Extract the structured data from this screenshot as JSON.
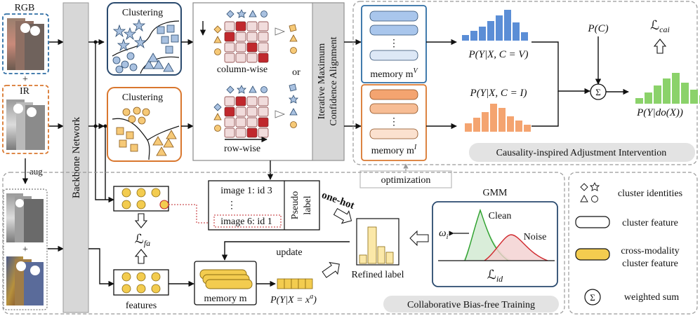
{
  "inputs": {
    "rgb_label": "RGB",
    "plus1": "+",
    "ir_label": "IR",
    "aug_label": "aug",
    "plus2": "+"
  },
  "backbone": {
    "label": "Backbone Network"
  },
  "clustering": {
    "top_title": "Clustering",
    "bottom_title": "Clustering"
  },
  "alignment": {
    "column_label": "column-wise",
    "row_label": "row-wise",
    "or_label": "or",
    "iterative_label_line1": "Iterative Maximum",
    "iterative_label_line2": "Confidence Alignment"
  },
  "memory": {
    "v_label": "memory m",
    "v_sup": "V",
    "i_label": "memory m",
    "i_sup": "I",
    "dots": "⋮",
    "bottom_label": "memory m"
  },
  "probabilities": {
    "p_v": "P(Y|X, C = V)",
    "p_i": "P(Y|X, C = I)",
    "p_c": "P(C)",
    "p_do": "P(Y|do(X))",
    "l_cai": "ℒ",
    "l_cai_sub": "cai",
    "p_xa": "P(Y|X = x",
    "p_xa_sup": "a",
    "p_xa_end": ")"
  },
  "cai_box": {
    "label": "Causality-inspired Adjustment Intervention"
  },
  "optimization": {
    "label": "optimization"
  },
  "pseudo": {
    "row1": "image 1: id 3",
    "dots": "⋮",
    "row2": "image 6: id 1",
    "pseudo_line1": "Pseudo",
    "pseudo_line2": "label"
  },
  "onehot": {
    "label": "one-hot"
  },
  "gmm": {
    "title": "GMM",
    "clean": "Clean",
    "noise": "Noise",
    "omega": "ω",
    "omega_sub": "i",
    "l_id": "ℒ",
    "l_id_sub": "id"
  },
  "refined": {
    "label": "Refined label"
  },
  "update": {
    "label": "update"
  },
  "features": {
    "label": "features",
    "l_fa": "ℒ",
    "l_fa_sub": "fa"
  },
  "cbt_box": {
    "label": "Collaborative Bias-free Training"
  },
  "legend": {
    "cluster_identities": "cluster identities",
    "cluster_feature": "cluster feature",
    "cross_line1": "cross-modality",
    "cross_line2": "cluster feature",
    "weighted_sum": "weighted sum",
    "sigma": "Σ"
  },
  "colors": {
    "blue_accent": "#2e6da4",
    "orange_accent": "#d9772e",
    "dark_red": "#c0282d",
    "light_red": "#f1dcdc",
    "blue_hist": "#5b8ed6",
    "orange_hist": "#f4a470",
    "green_hist": "#8bd26a",
    "gold": "#f3cc4f",
    "backbone_gray": "#d7d7d7"
  }
}
